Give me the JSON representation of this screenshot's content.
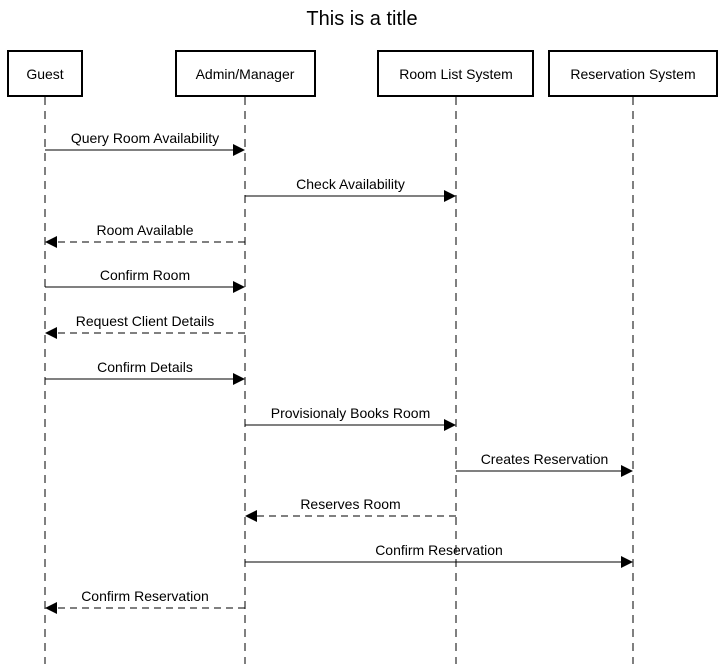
{
  "title": "This is a title",
  "participants": [
    {
      "id": "guest",
      "label": "Guest"
    },
    {
      "id": "admin",
      "label": "Admin/Manager"
    },
    {
      "id": "roomlist",
      "label": "Room List System"
    },
    {
      "id": "reservation",
      "label": "Reservation System"
    }
  ],
  "messages": [
    {
      "from": "guest",
      "to": "admin",
      "label": "Query Room Availability",
      "style": "solid"
    },
    {
      "from": "admin",
      "to": "roomlist",
      "label": "Check Availability",
      "style": "solid"
    },
    {
      "from": "admin",
      "to": "guest",
      "label": "Room Available",
      "style": "dashed"
    },
    {
      "from": "guest",
      "to": "admin",
      "label": "Confirm Room",
      "style": "solid"
    },
    {
      "from": "admin",
      "to": "guest",
      "label": "Request Client Details",
      "style": "dashed"
    },
    {
      "from": "guest",
      "to": "admin",
      "label": "Confirm Details",
      "style": "solid"
    },
    {
      "from": "admin",
      "to": "roomlist",
      "label": "Provisionaly Books Room",
      "style": "solid"
    },
    {
      "from": "roomlist",
      "to": "reservation",
      "label": "Creates Reservation",
      "style": "solid"
    },
    {
      "from": "roomlist",
      "to": "admin",
      "label": "Reserves Room",
      "style": "dashed"
    },
    {
      "from": "admin",
      "to": "reservation",
      "label": "Confirm Reservation",
      "style": "solid"
    },
    {
      "from": "admin",
      "to": "guest",
      "label": "Confirm Reservation",
      "style": "dashed"
    }
  ]
}
